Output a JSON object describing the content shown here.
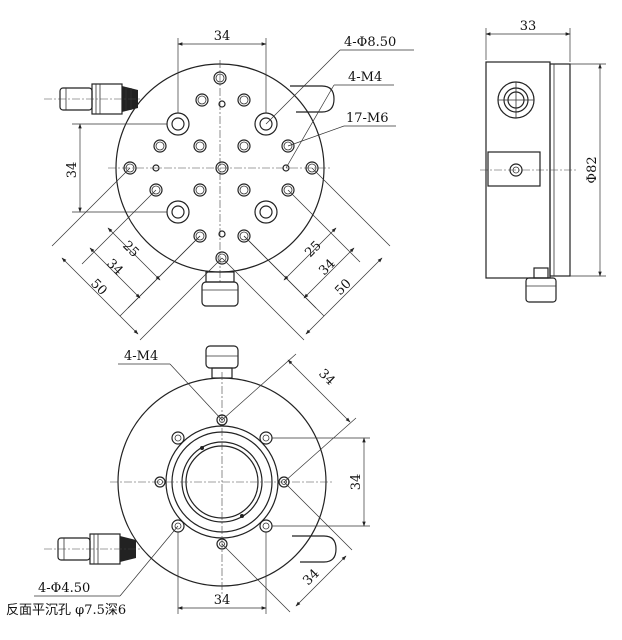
{
  "top_view": {
    "dim_horizontal": "34",
    "dim_vertical": "34",
    "dim_diag_left_inner": "25",
    "dim_diag_left_mid": "34",
    "dim_diag_left_outer": "50",
    "dim_diag_right_inner": "25",
    "dim_diag_right_mid": "34",
    "dim_diag_right_outer": "50",
    "callout_counterbore": "4-Φ8.50",
    "callout_m4": "4-M4",
    "callout_m6": "17-M6"
  },
  "side_view": {
    "dim_width": "33",
    "dim_diameter": "Φ82"
  },
  "bottom_view": {
    "callout_m4": "4-M4",
    "dim_diag_top": "34",
    "dim_vertical": "34",
    "dim_diag_bottom": "34",
    "dim_horizontal": "34",
    "callout_holes": "4-Φ4.50",
    "note": "反面平沉孔 φ7.5深6"
  }
}
